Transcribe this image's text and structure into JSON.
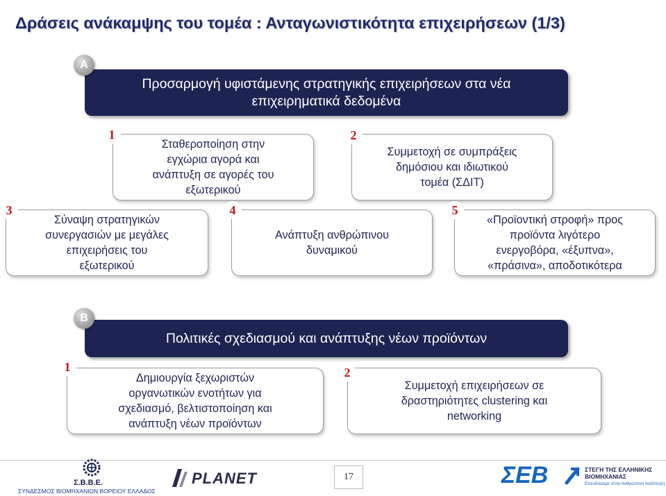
{
  "title": "Δράσεις ανάκαμψης του τομέα : Ανταγωνιστικότητα επιχειρήσεων (1/3)",
  "section_a": {
    "letter": "A",
    "heading_line1": "Προσαρμογή υφιστάμενης στρατηγικής επιχειρήσεων στα νέα",
    "heading_line2": "επιχειρηματικά δεδομένα",
    "items": [
      {
        "num": "1",
        "lines": [
          "Σταθεροποίηση στην",
          "εγχώρια αγορά και",
          "ανάπτυξη σε αγορές του",
          "εξωτερικού"
        ]
      },
      {
        "num": "2",
        "lines": [
          "Συμμετοχή σε συμπράξεις",
          "δημόσιου και ιδιωτικού",
          "τομέα (ΣΔΙΤ)"
        ]
      },
      {
        "num": "3",
        "lines": [
          "Σύναψη στρατηγικών",
          "συνεργασιών με μεγάλες",
          "επιχειρήσεις του",
          "εξωτερικού"
        ]
      },
      {
        "num": "4",
        "lines": [
          "Ανάπτυξη ανθρώπινου",
          "δυναμικού"
        ]
      },
      {
        "num": "5",
        "lines": [
          "«Προϊοντική στροφή» προς",
          "προϊόντα λιγότερο",
          "ενεργοβόρα, «έξυπνα»,",
          "«πράσινα», αποδοτικότερα"
        ]
      }
    ]
  },
  "section_b": {
    "letter": "B",
    "heading": "Πολιτικές σχεδιασμού και ανάπτυξης νέων προϊόντων",
    "items": [
      {
        "num": "1",
        "lines": [
          "Δημιουργία ξεχωριστών",
          "οργανωτικών ενοτήτων για",
          "σχεδιασμό, βελτιστοποίηση και",
          "ανάπτυξη νέων προϊόντων"
        ]
      },
      {
        "num": "2",
        "lines": [
          "Συμμετοχή επιχειρήσεων σε",
          "δραστηριότητες clustering και",
          "networking"
        ]
      }
    ]
  },
  "footer": {
    "page_number": "17",
    "logo_sbbe_name": "Σ.Β.Β.Ε.",
    "logo_sbbe_full": "ΣΥΝΔΕΣΜΟΣ ΒΙΟΜΗΧΑΝΙΩΝ ΒΟΡΕΙΟΥ ΕΛΛΑΔΟΣ",
    "logo_planet": "PLANET",
    "logo_seb": "ΣΕΒ",
    "logo_seb_line1": "ΣΤΕΓΗ ΤΗΣ ΕΛΛΗΝΙΚΗΣ",
    "logo_seb_line2": "ΒΙΟΜΗΧΑΝΙΑΣ",
    "logo_seb_line3": "Επενδύουμε στην Ανθρώπινη Ανάπτυξη"
  },
  "colors": {
    "navy": "#1e2451",
    "number_red": "#c01818",
    "seb_blue": "#1565c0"
  }
}
